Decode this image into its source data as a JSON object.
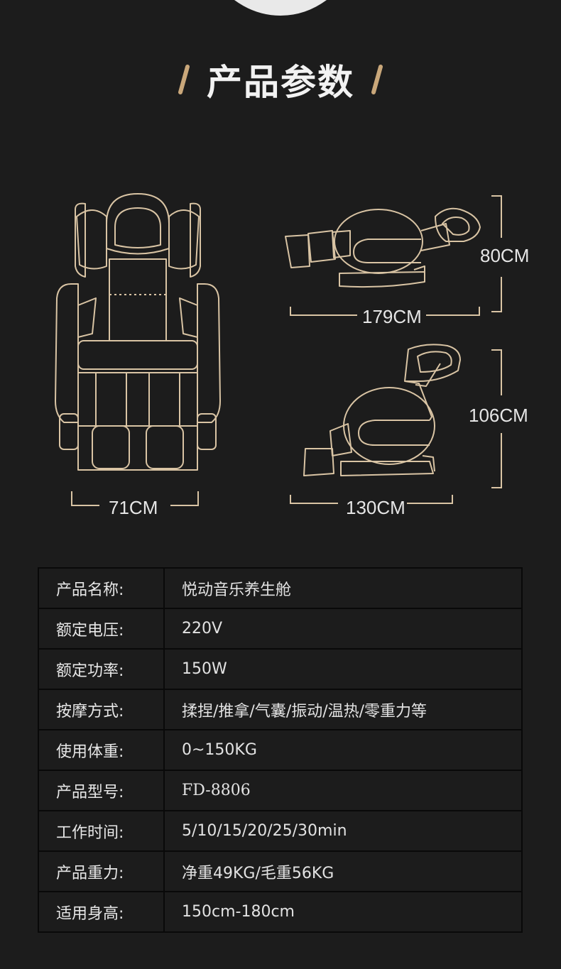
{
  "header": {
    "title": "产品参数"
  },
  "colors": {
    "background": "#1c1c1c",
    "accent": "#c9a77a",
    "line": "#d9c4a4"
  },
  "dimensions": {
    "front_width": "71CM",
    "side_length": "179CM",
    "side_height": "80CM",
    "seated_length": "130CM",
    "seated_height": "106CM"
  },
  "specs": [
    {
      "label": "产品名称:",
      "value": "悦动音乐养生舱"
    },
    {
      "label": "额定电压:",
      "value": "220V"
    },
    {
      "label": "额定功率:",
      "value": "150W"
    },
    {
      "label": "按摩方式:",
      "value": "揉捏/推拿/气囊/振动/温热/零重力等"
    },
    {
      "label": "使用体重:",
      "value": "0~150KG"
    },
    {
      "label": "产品型号:",
      "value": "FD-8806"
    },
    {
      "label": "工作时间:",
      "value": "5/10/15/20/25/30min"
    },
    {
      "label": "产品重力:",
      "value": "净重49KG/毛重56KG"
    },
    {
      "label": "适用身高:",
      "value": "150cm-180cm"
    }
  ]
}
